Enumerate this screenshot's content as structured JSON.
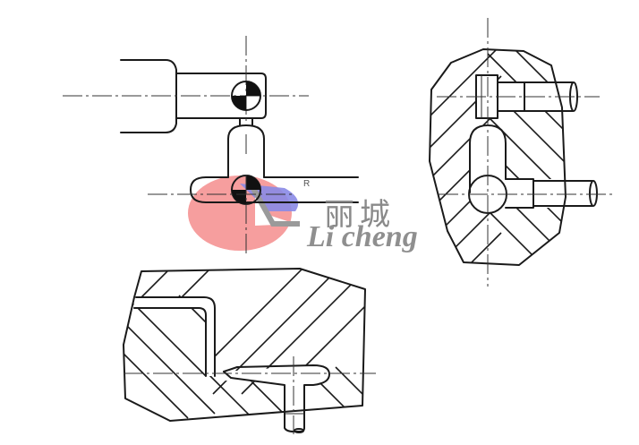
{
  "figure": {
    "description": "Mold runner and gate cross-section drawings",
    "views": [
      {
        "id": "top-left",
        "label": "Runner arm with spherical joint (plan view)"
      },
      {
        "id": "right",
        "label": "Sectioned mold block with two runners"
      },
      {
        "id": "bottom",
        "label": "Sectioned mold with L-shaped channel and T gate"
      }
    ],
    "annotations": {
      "radius_label": "R"
    }
  },
  "watermark": {
    "chinese": "丽城",
    "english": "Li cheng",
    "colors": {
      "red": "#f28080",
      "blue": "#8080e8",
      "gray": "#8a8a8a"
    }
  },
  "colors": {
    "line": "#1a1a1a",
    "background": "#ffffff"
  }
}
